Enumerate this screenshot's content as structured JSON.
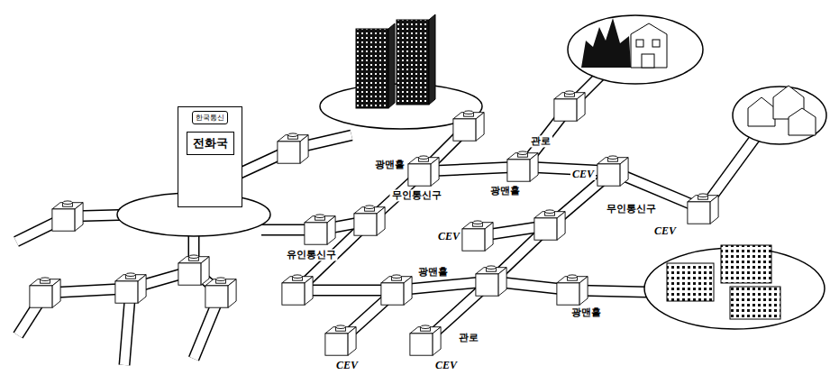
{
  "diagram": {
    "nodes": [
      {
        "text": [
          "한국통신",
          "전화국"
        ]
      }
    ],
    "labels": [
      "광맨홀",
      "관로",
      "CEV",
      "광맨홀",
      "무인통신구",
      "무인통신구",
      "CEV",
      "CEV",
      "유인통신구",
      "광맨홀",
      "광맨홀",
      "관로",
      "CEV",
      "CEV"
    ]
  }
}
